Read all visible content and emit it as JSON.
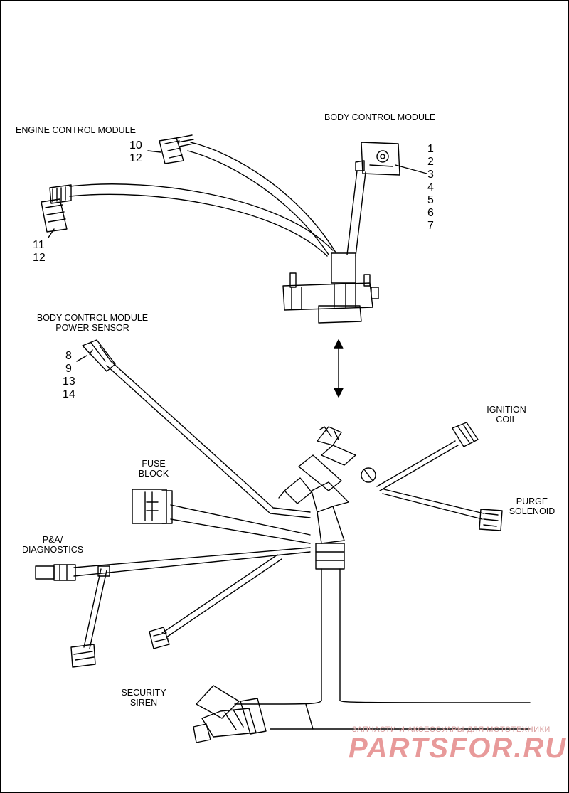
{
  "labels": {
    "engine_control_module": "ENGINE CONTROL MODULE",
    "body_control_module": "BODY CONTROL MODULE",
    "bcm_power_sensor_line1": "BODY CONTROL MODULE",
    "bcm_power_sensor_line2": "POWER SENSOR",
    "ignition_coil_line1": "IGNITION",
    "ignition_coil_line2": "COIL",
    "purge_solenoid_line1": "PURGE",
    "purge_solenoid_line2": "SOLENOID",
    "fuse_block_line1": "FUSE",
    "fuse_block_line2": "BLOCK",
    "pa_diagnostics_line1": "P&A/",
    "pa_diagnostics_line2": "DIAGNOSTICS",
    "security_siren_line1": "SECURITY",
    "security_siren_line2": "SIREN"
  },
  "callouts": {
    "ecm_a": [
      "10",
      "12"
    ],
    "ecm_b": [
      "11",
      "12"
    ],
    "bcm": [
      "1",
      "2",
      "3",
      "4",
      "5",
      "6",
      "7"
    ],
    "bcm_power_sensor": [
      "8",
      "9",
      "13",
      "14"
    ]
  },
  "watermark": {
    "tagline": "ЗАПЧАСТИ И АКСЕССУАРЫ ДЛЯ МОТОТЕХНИКИ",
    "brand": "PARTSFOR.RU"
  },
  "colors": {
    "line": "#000000",
    "background": "#ffffff",
    "watermark": "#e89a9a"
  }
}
